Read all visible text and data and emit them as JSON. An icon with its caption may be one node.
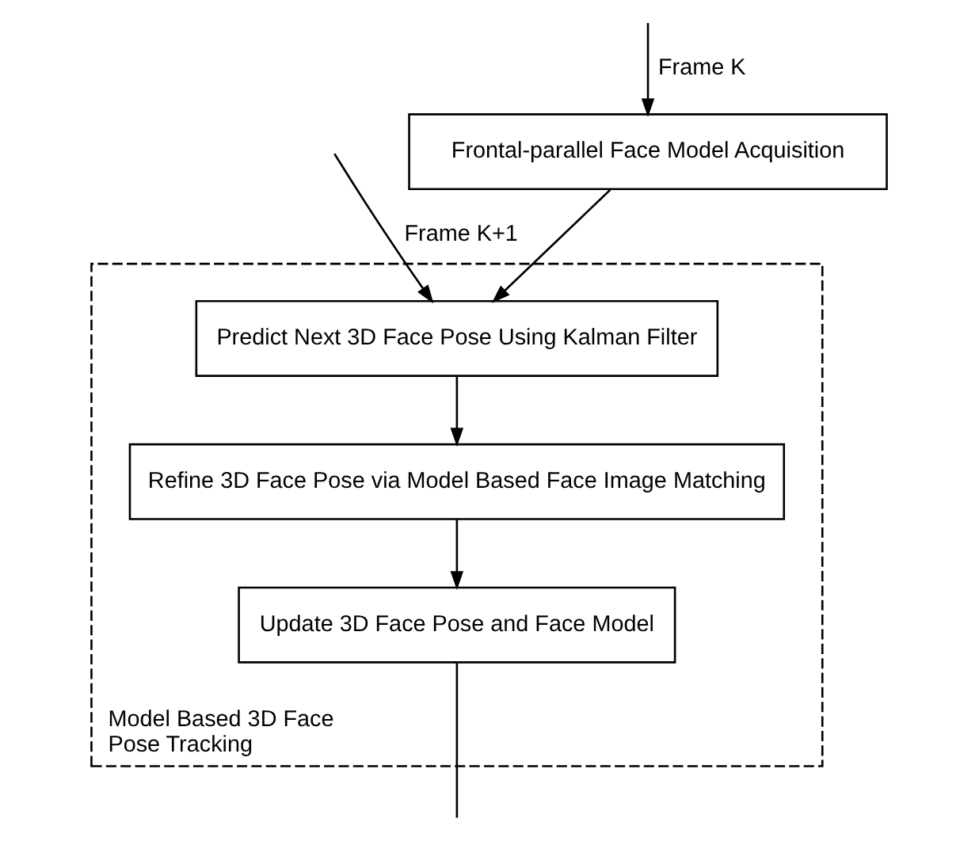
{
  "diagram": {
    "nodes": [
      {
        "text": [
          "Frontal-parallel Face Model Acquisition"
        ]
      },
      {
        "text": [
          "Model Based 3D Face Pose Tracking"
        ]
      },
      {
        "text": [
          "Predict Next 3D Face Pose Using Kalman Filter"
        ],
        "in": 1
      },
      {
        "text": [
          "Refine 3D Face Pose via Model Based Face Image Matching"
        ],
        "in": 1
      },
      {
        "text": [
          "Update 3D Face Pose and Face Model"
        ],
        "in": 1
      }
    ],
    "edges": [
      {
        "from": null,
        "to": 0,
        "arrow": "to",
        "label": "Frame K"
      },
      {
        "from": 0,
        "to": 2,
        "arrow": "to"
      },
      {
        "from": null,
        "to": 2,
        "arrow": "to",
        "label": "Frame K+1"
      },
      {
        "from": 2,
        "to": 3,
        "arrow": "to"
      },
      {
        "from": 3,
        "to": 4,
        "arrow": "to"
      },
      {
        "from": 4,
        "to": null,
        "arrow": "none"
      }
    ]
  }
}
